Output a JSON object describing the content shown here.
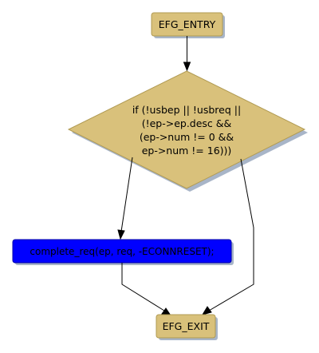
{
  "diagram": {
    "entry_label": "EFG_ENTRY",
    "condition_lines": [
      "if (!usbep || !usbreq ||",
      "(!ep->ep.desc &&",
      "(ep->num != 0 &&",
      "ep->num != 16)))"
    ],
    "action_label": "complete_req(ep, req, -ECONNRESET);",
    "exit_label": "EFG_EXIT"
  },
  "colors": {
    "terminal_fill": "#d9c17b",
    "terminal_stroke": "#b09a52",
    "decision_fill": "#d9c17b",
    "action_fill": "#0000ff",
    "shadow": "#a8b5c8"
  }
}
